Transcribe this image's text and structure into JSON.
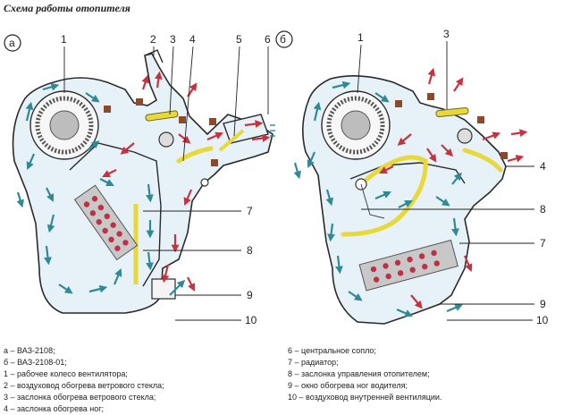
{
  "title": "Схема работы отопителя",
  "panels": {
    "a": {
      "badge": "а",
      "labels": {
        "n1": "1",
        "n2": "2",
        "n3": "3",
        "n4": "4",
        "n5": "5",
        "n6": "6",
        "n7": "7",
        "n8": "8",
        "n9": "9",
        "n10": "10"
      }
    },
    "b": {
      "badge": "б",
      "labels": {
        "n1": "1",
        "n3": "3",
        "n4": "4",
        "n8": "8",
        "n7": "7",
        "n9": "9",
        "n10": "10"
      }
    }
  },
  "legend": {
    "left": [
      "а – ВАЗ-2108;",
      "б – ВАЗ-2108-01;",
      "1 – рабочее колесо вентилятора;",
      "2 – воздуховод обогрева ветрового стекла;",
      "3 – заслонка обогрева ветрового стекла;",
      "4 – заслонка обогрева ног;"
    ],
    "right": [
      "6 – центральное сопло;",
      "7 – радиатор;",
      "8 – заслонка управления отопителем;",
      "9 – окно обогрева ног водителя;",
      "10 – воздуховод внутренней вентиляции."
    ]
  },
  "colors": {
    "housing_fill": "#e6f1f8",
    "outline": "#2a2a2a",
    "cold_arrow": "#2e8a96",
    "hot_arrow": "#c8323f",
    "flap": "#e8d83a",
    "radiator": "#c8c8c8",
    "radiator_dot": "#c03045",
    "gasket": "#8b4a2b"
  }
}
